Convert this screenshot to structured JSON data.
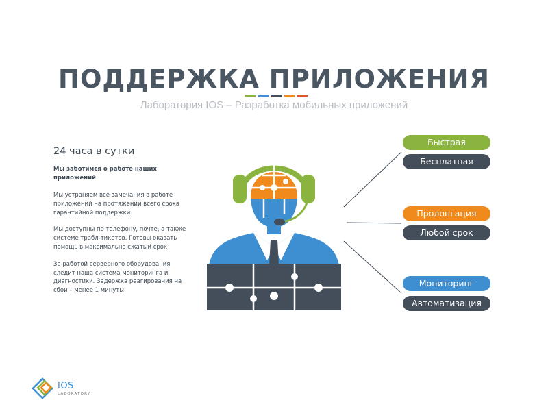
{
  "title": "ПОДДЕРЖКА ПРИЛОЖЕНИЯ",
  "subtitle": "Лаборатория IOS – Разработка мобильных приложений",
  "title_bar_colors": [
    "#8ab43f",
    "#3d8fd1",
    "#434e5a",
    "#f08a1c",
    "#e0562c"
  ],
  "left": {
    "heading": "24 часа в сутки",
    "lead": "Мы заботимся о работе наших приложений",
    "p1": "Мы устраняем все замечания в работе приложений на протяжении всего срока гарантийной поддержки.",
    "p2": "Мы доступны по телефону, почте, а также системе трабл-тикетов. Готовы оказать помощь в максимально сжатый срок",
    "p3": "За работой серверного оборудования следит наша система мониторинга и диагностики. Задержка реагирования на сбои – менее 1 минуты."
  },
  "features": [
    {
      "top": "Быстрая",
      "top_color": "#8ab43f",
      "bottom": "Бесплатная"
    },
    {
      "top": "Пролонгация",
      "top_color": "#f08a1c",
      "bottom": "Любой срок"
    },
    {
      "top": "Мониторинг",
      "top_color": "#3d8fd1",
      "bottom": "Автоматизация"
    }
  ],
  "colors": {
    "green": "#8ab43f",
    "orange": "#f08a1c",
    "blue": "#3d8fd1",
    "dark": "#434e5a"
  },
  "logo": {
    "name": "IOS",
    "tagline": "LABORATORY"
  }
}
